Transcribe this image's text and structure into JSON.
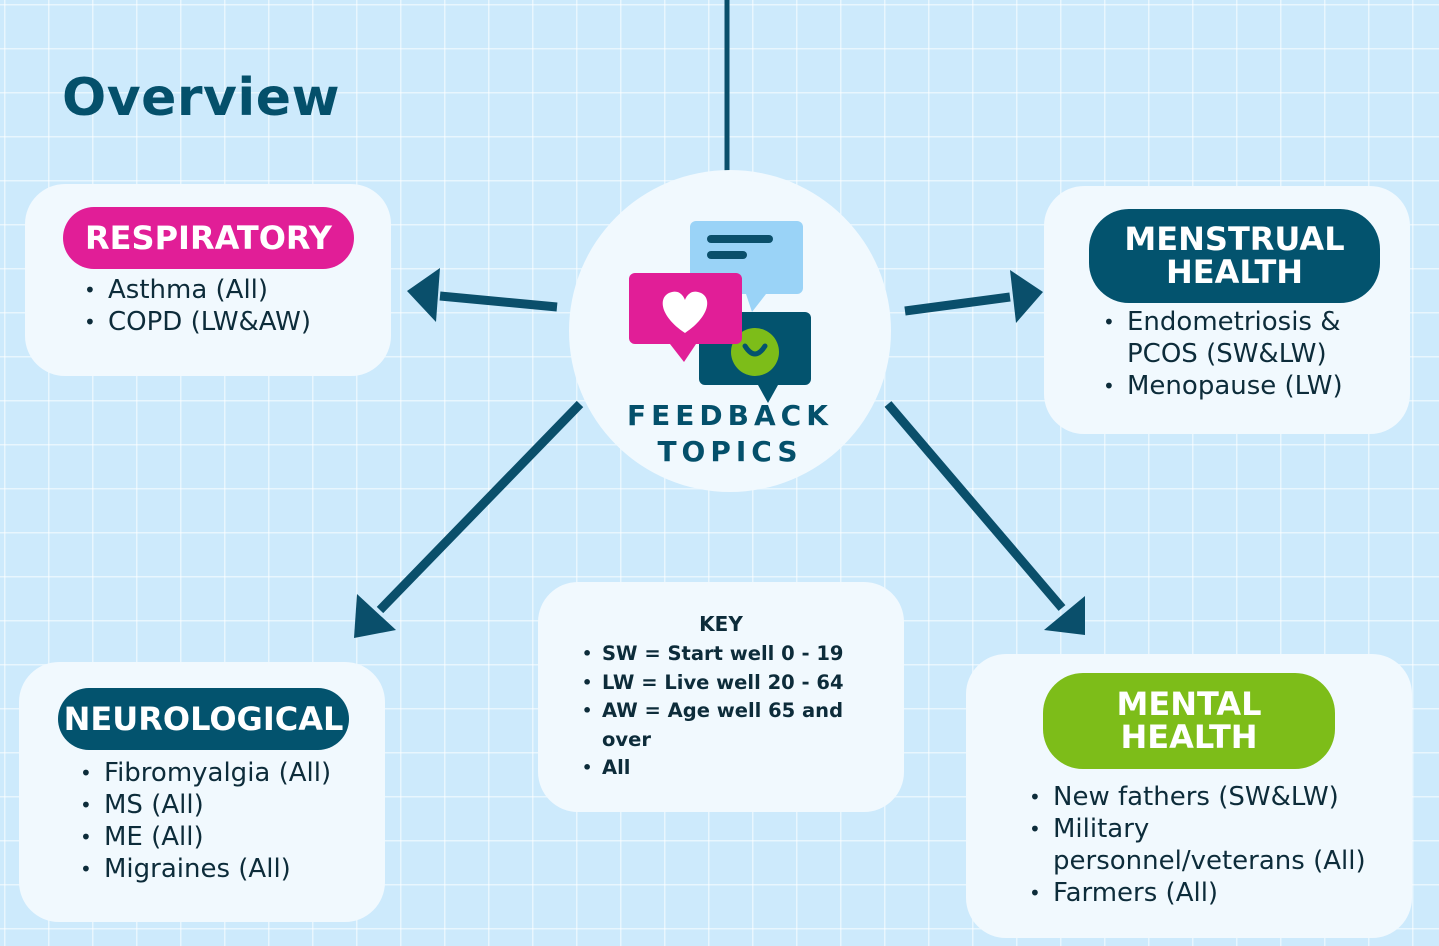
{
  "title": "Overview",
  "hub": {
    "line1": "FEEDBACK",
    "line2": "TOPICS",
    "icons": [
      "speech-bubble-lines-icon",
      "heart-bubble-icon",
      "smiley-bubble-icon"
    ]
  },
  "respiratory": {
    "heading": "RESPIRATORY",
    "items": [
      "Asthma (All)",
      "COPD (LW&AW)"
    ]
  },
  "menstrual": {
    "heading_line1": "MENSTRUAL",
    "heading_line2": "HEALTH",
    "items": [
      "Endometriosis & PCOS (SW&LW)",
      "Menopause (LW)"
    ]
  },
  "neurological": {
    "heading": "NEUROLOGICAL",
    "items": [
      "Fibromyalgia (All)",
      "MS (All)",
      "ME (All)",
      "Migraines (All)"
    ]
  },
  "mental": {
    "heading_line1": "MENTAL",
    "heading_line2": "HEALTH",
    "items": [
      "New fathers (SW&LW)",
      "Military personnel/veterans (All)",
      "Farmers  (All)"
    ]
  },
  "key": {
    "title": "KEY",
    "items": [
      "SW = Start well 0 - 19",
      "LW = Live well 20 - 64",
      "AW =  Age well 65 and over",
      "All"
    ]
  },
  "colors": {
    "background": "#cdeafc",
    "card": "#f1f9fe",
    "navy": "#03536e",
    "magenta": "#e11e97",
    "green": "#7dbd19",
    "light_blue": "#9ad3f7",
    "arrow": "#0a4f6b"
  }
}
